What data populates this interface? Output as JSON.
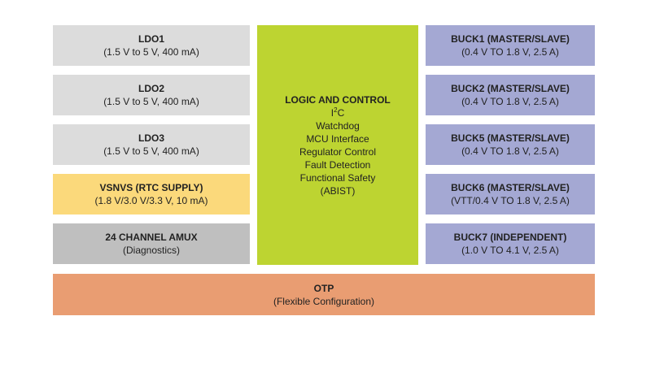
{
  "left_column": [
    {
      "id": "ldo1",
      "title": "LDO1",
      "subtitle": "(1.5 V to 5 V, 400 mA)"
    },
    {
      "id": "ldo2",
      "title": "LDO2",
      "subtitle": "(1.5 V to 5 V, 400 mA)"
    },
    {
      "id": "ldo3",
      "title": "LDO3",
      "subtitle": "(1.5 V to 5 V, 400 mA)"
    },
    {
      "id": "vsnvs",
      "title": "VSNVS (RTC SUPPLY)",
      "subtitle": "(1.8 V/3.0 V/3.3 V, 10 mA)"
    },
    {
      "id": "amux",
      "title": "24 CHANNEL AMUX",
      "subtitle": "(Diagnostics)"
    }
  ],
  "right_column": [
    {
      "id": "buck1",
      "title": "BUCK1 (MASTER/SLAVE)",
      "subtitle": "(0.4 V TO 1.8 V, 2.5 A)"
    },
    {
      "id": "buck2",
      "title": "BUCK2 (MASTER/SLAVE)",
      "subtitle": "(0.4 V TO 1.8 V, 2.5 A)"
    },
    {
      "id": "buck5",
      "title": "BUCK5 (MASTER/SLAVE)",
      "subtitle": "(0.4 V TO 1.8 V, 2.5 A)"
    },
    {
      "id": "buck6",
      "title": "BUCK6 (MASTER/SLAVE)",
      "subtitle": "(VTT/0.4 V TO 1.8 V, 2.5 A)"
    },
    {
      "id": "buck7",
      "title": "BUCK7 (INDEPENDENT)",
      "subtitle": "(1.0 V TO 4.1 V, 2.5 A)"
    }
  ],
  "logic": {
    "title": "LOGIC AND CONTROL",
    "i2c_base": "I",
    "i2c_sup": "2",
    "i2c_tail": "C",
    "items": [
      "Watchdog",
      "MCU Interface",
      "Regulator Control",
      "Fault Detection",
      "Functional Safety",
      "(ABIST)"
    ]
  },
  "otp": {
    "title": "OTP",
    "subtitle": "(Flexible Configuration)"
  },
  "colors": {
    "ldo": "#dcdcdc",
    "vsnvs": "#fbd97b",
    "amux": "#bfbfbf",
    "buck": "#a4a8d3",
    "logic": "#bdd431",
    "otp": "#e99d72"
  }
}
